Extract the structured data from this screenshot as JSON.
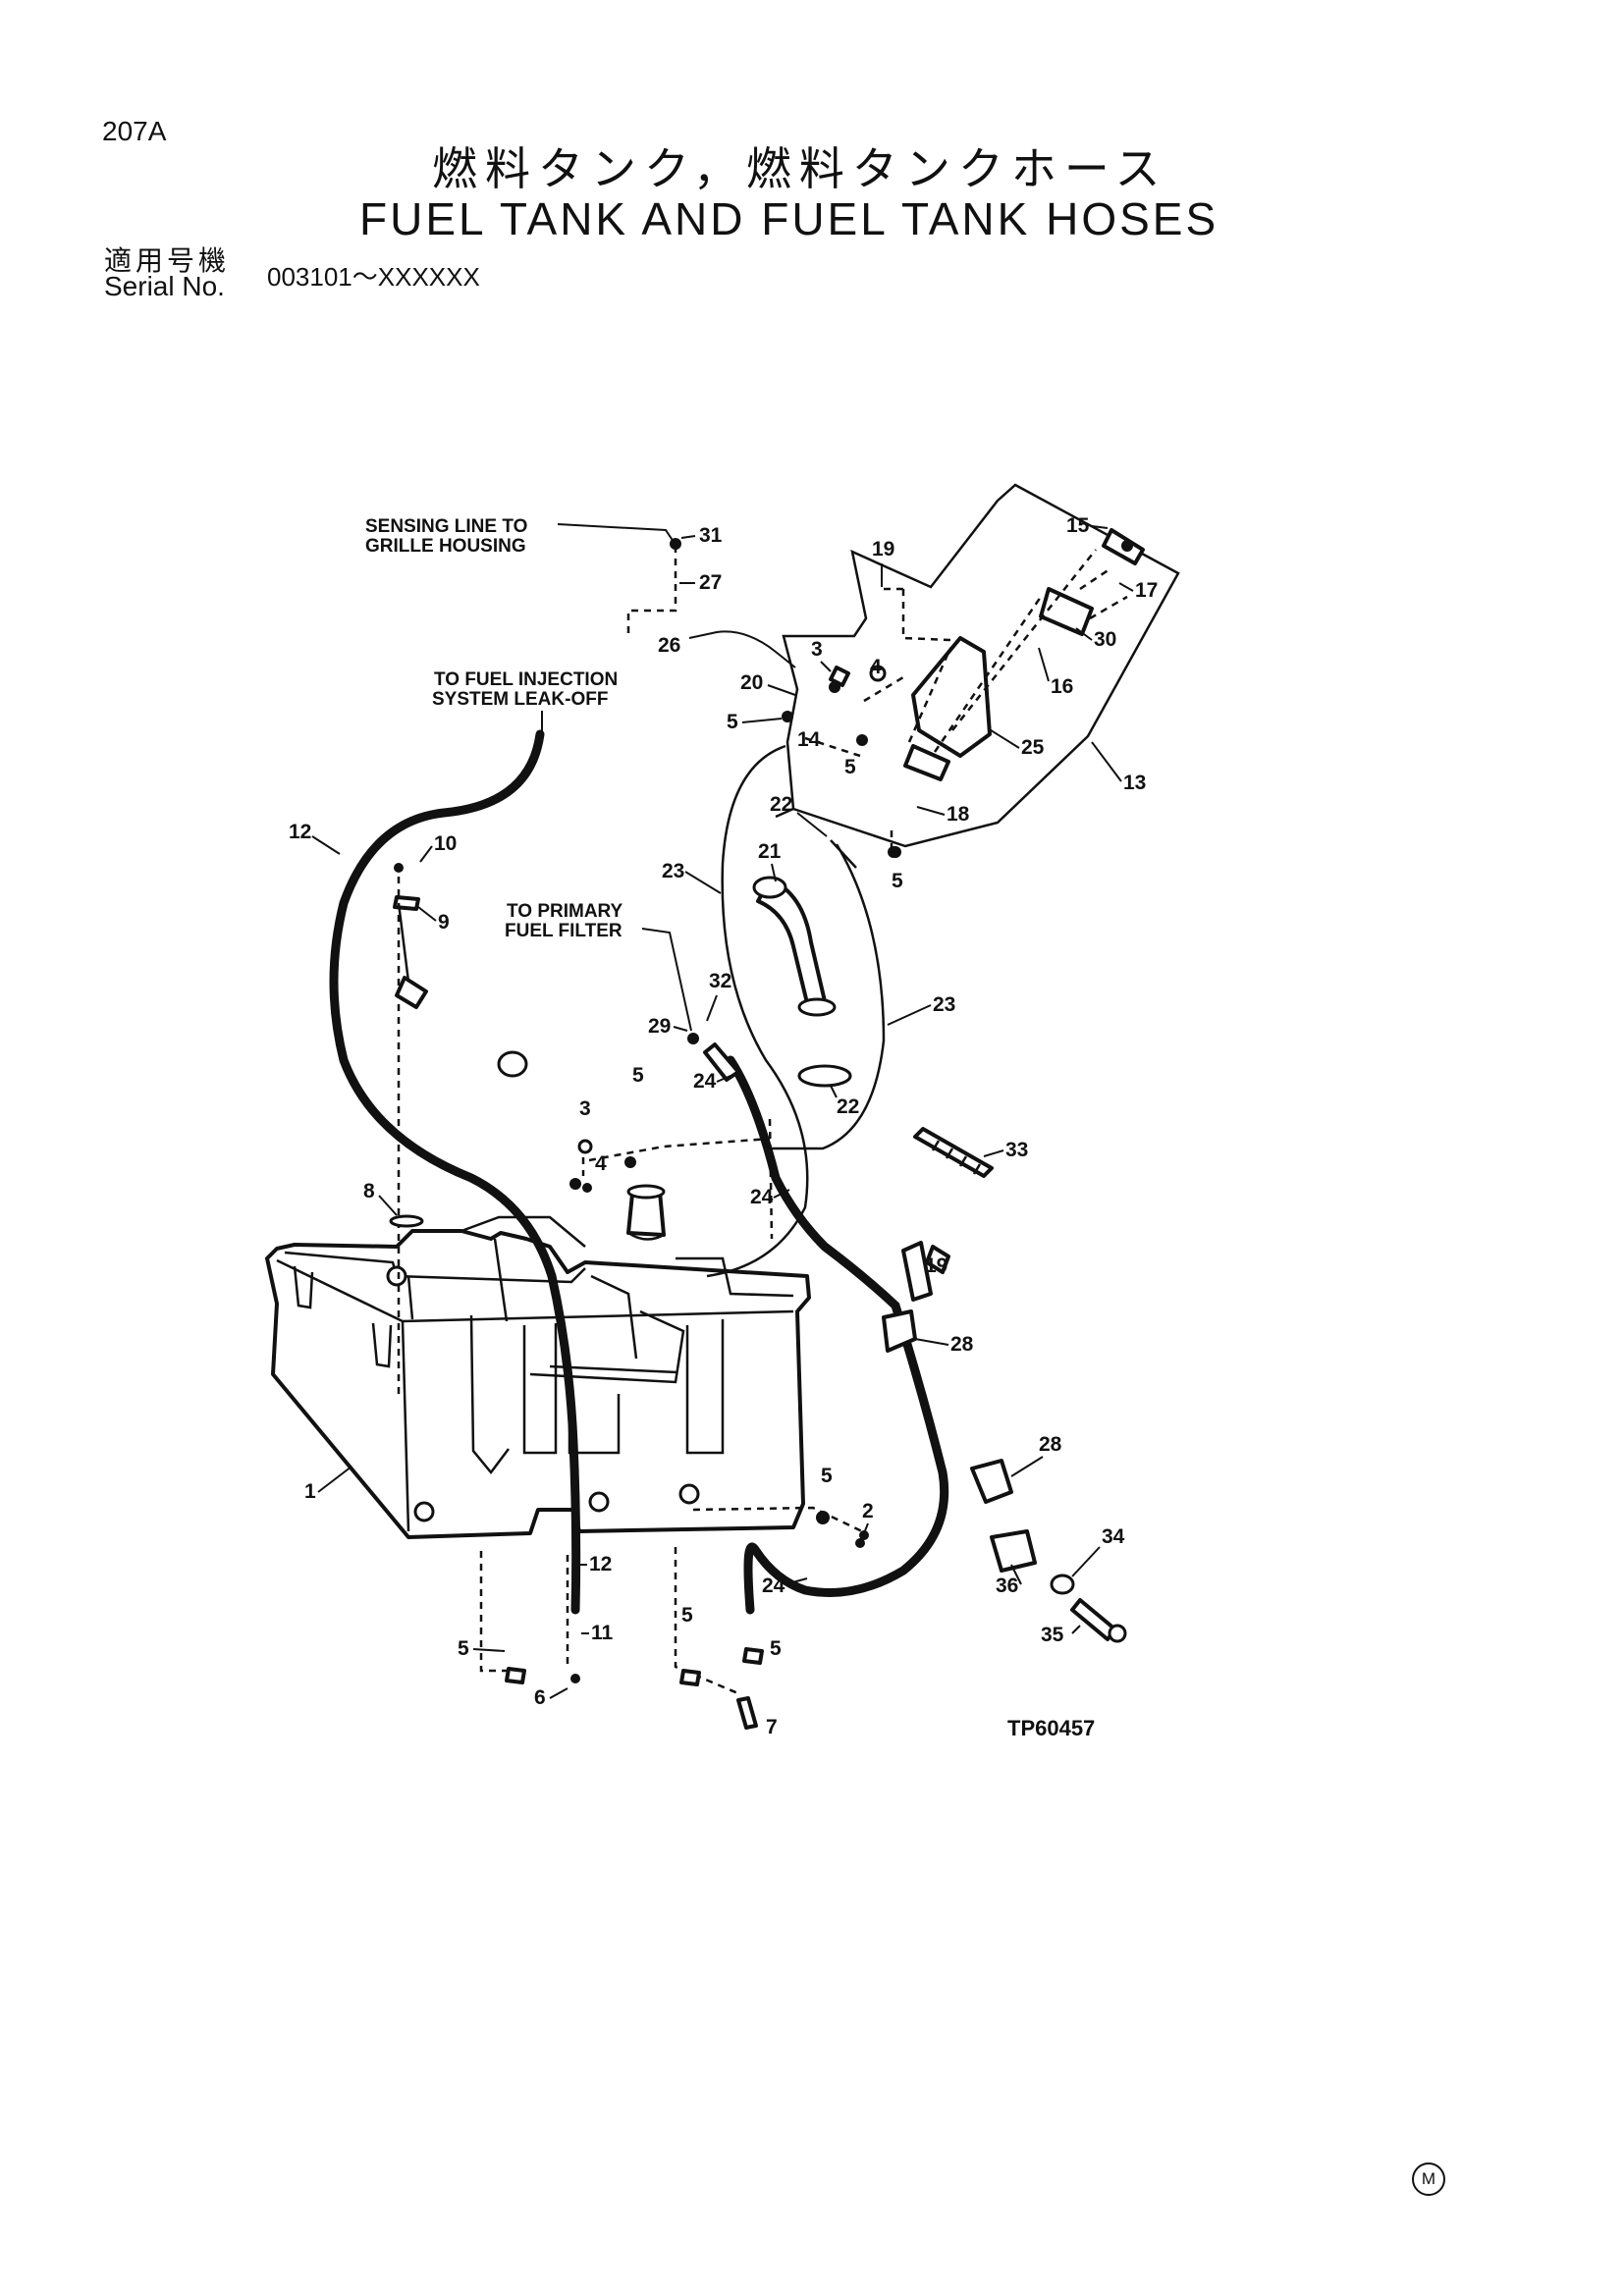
{
  "header": {
    "page_code": "207A",
    "title_jp": "燃料タンク，燃料タンクホース",
    "title_en": "FUEL TANK AND FUEL TANK HOSES",
    "serial_label_jp": "適用号機",
    "serial_label_en": "Serial No.",
    "serial_range": "003101～XXXXXX"
  },
  "diagram": {
    "notes": {
      "sensing_line_1": "SENSING LINE TO",
      "sensing_line_2": "GRILLE HOUSING",
      "fuel_injection_1": "TO FUEL INJECTION",
      "fuel_injection_2": "SYSTEM LEAK-OFF",
      "primary_filter_1": "TO PRIMARY",
      "primary_filter_2": "FUEL FILTER"
    },
    "callouts": {
      "c1": "1",
      "c2": "2",
      "c3a": "3",
      "c3b": "3",
      "c4a": "4",
      "c4b": "4",
      "c5a": "5",
      "c5b": "5",
      "c5c": "5",
      "c5d": "5",
      "c5e": "5",
      "c5f": "5",
      "c5g": "5",
      "c5h": "5",
      "c6": "6",
      "c7": "7",
      "c8": "8",
      "c9": "9",
      "c10": "10",
      "c11": "11",
      "c12a": "12",
      "c12b": "12",
      "c13": "13",
      "c14": "14",
      "c15": "15",
      "c16": "16",
      "c17": "17",
      "c18": "18",
      "c19a": "19",
      "c19b": "19",
      "c20": "20",
      "c21": "21",
      "c22a": "22",
      "c22b": "22",
      "c23a": "23",
      "c23b": "23",
      "c24a": "24",
      "c24b": "24",
      "c24c": "24",
      "c25": "25",
      "c26": "26",
      "c27": "27",
      "c28a": "28",
      "c28b": "28",
      "c29": "29",
      "c30": "30",
      "c31": "31",
      "c32": "32",
      "c33": "33",
      "c34": "34",
      "c35": "35",
      "c36": "36"
    },
    "figure_ref": "TP60457"
  },
  "footer": {
    "mark": "M"
  }
}
